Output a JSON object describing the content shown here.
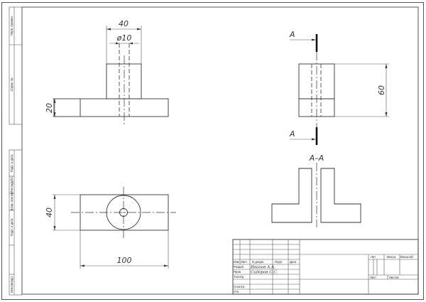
{
  "drawing": {
    "dimensions": {
      "width_top": "40",
      "hole_diameter": "ø10",
      "base_height": "20",
      "plan_width": "40",
      "plan_length": "100",
      "side_height": "60"
    },
    "section": {
      "mark_top": "A",
      "mark_bottom": "A",
      "title": "A–A"
    }
  },
  "side_strip": {
    "upper": [
      "Перв. примен.",
      "Справ. №"
    ],
    "lower": [
      "Подп. и дата",
      "Инв.№дубл.",
      "Взам. инв.№",
      "Подп. и дата",
      "Инв.№подл."
    ]
  },
  "title_block": {
    "headers": {
      "izm": "Изм",
      "list": "Лист",
      "doc": "N докум.",
      "sign": "Подп.",
      "date": "Дата"
    },
    "rows": {
      "developer_label": "Разраб.",
      "developer_name": "Иванов А.А.",
      "checker_label": "Пров.",
      "checker_name": "Сидоров С.С.",
      "tcontrol_label": "Т.контр.",
      "ncontrol_label": "Н.контр.",
      "approved_label": "Утв."
    },
    "right": {
      "lit": "Лит.",
      "mass": "Масса",
      "scale": "Масштаб",
      "sheet": "Лист",
      "sheets": "Листов"
    }
  }
}
